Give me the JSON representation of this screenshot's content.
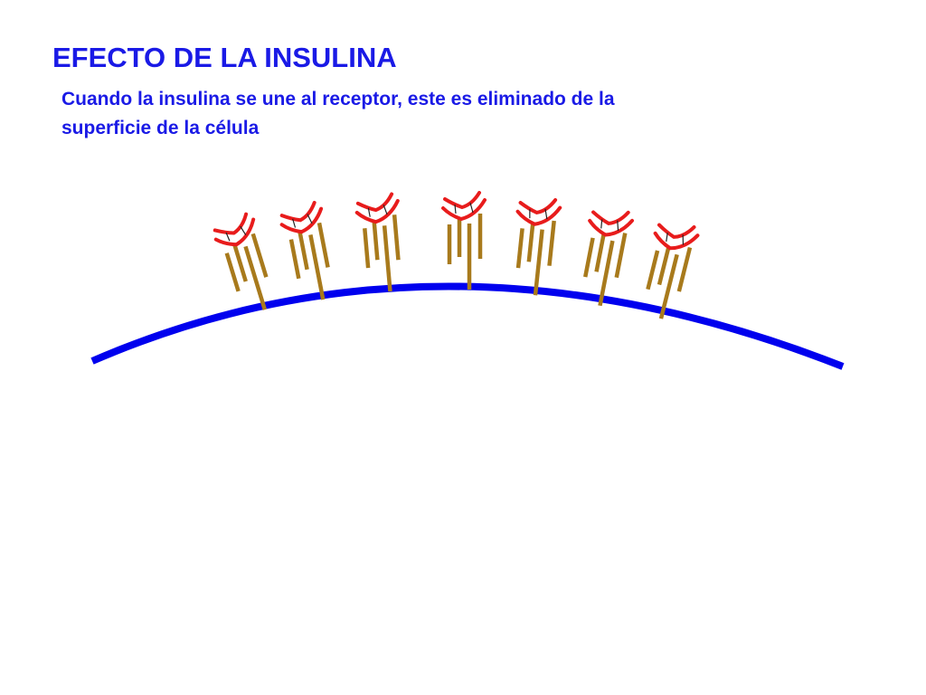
{
  "slide": {
    "title": "EFECTO DE LA INSULINA",
    "subtitle_lines": [
      "Cuando la insulina se une al receptor, este es eliminado de la",
      "superficie de la célula"
    ]
  },
  "colors": {
    "text": "#1a1ae6",
    "membrane": "#0000ee",
    "receptor_stalk": "#a87a1c",
    "receptor_head": "#e81c1c",
    "bond": "#222222"
  },
  "diagram": {
    "elements": [
      "cell-membrane",
      "insulin-receptor"
    ],
    "receptor_count": 7
  }
}
